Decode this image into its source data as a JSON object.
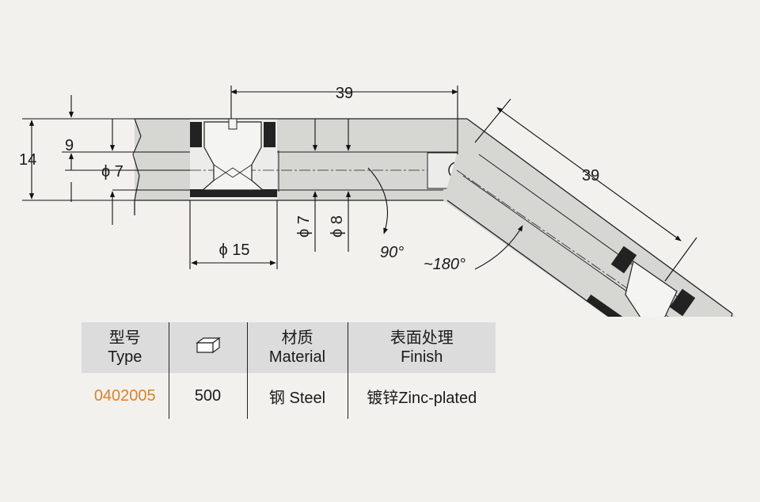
{
  "drawing": {
    "dimensions": {
      "top_length": "39",
      "diag_length": "39",
      "height_14": "14",
      "height_9": "9",
      "dia_7_left": "ϕ 7",
      "dia_15": "ϕ 15",
      "dia_7_vert": "ϕ 7",
      "dia_8_vert": "ϕ 8",
      "angle_90": "90°",
      "angle_180": "~180°"
    }
  },
  "table": {
    "headers": [
      {
        "cn": "型号",
        "en": "Type"
      },
      {
        "cn": "",
        "en": ""
      },
      {
        "cn": "材质",
        "en": "Material"
      },
      {
        "cn": "表面处理",
        "en": "Finish"
      }
    ],
    "row": {
      "type": "0402005",
      "qty": "500",
      "material": "钢 Steel",
      "finish": "镀锌Zinc-plated"
    }
  },
  "colors": {
    "type_code": "#d9822b",
    "header_bg": "#dcdcdc",
    "part_fill": "#d6d6d3",
    "insert_fill": "#222222"
  }
}
